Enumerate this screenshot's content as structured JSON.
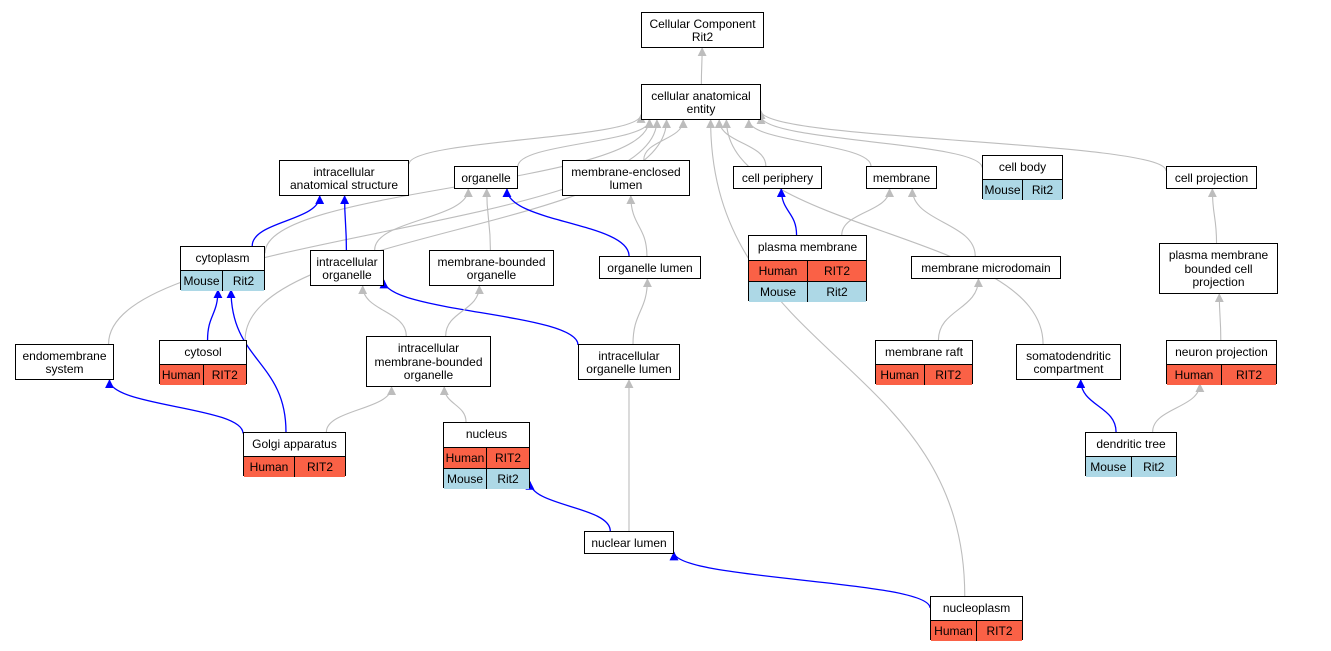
{
  "colors": {
    "edge_default": "#bdbdbd",
    "edge_highlight": "#0000ff",
    "human": "#fa6146",
    "mouse": "#add8e6"
  },
  "nodes": [
    {
      "id": "root",
      "label": "Cellular Component\nRit2"
    },
    {
      "id": "cae",
      "label": "cellular anatomical\nentity"
    },
    {
      "id": "ias",
      "label": "intracellular\nanatomical structure"
    },
    {
      "id": "organelle",
      "label": "organelle"
    },
    {
      "id": "mel",
      "label": "membrane-enclosed\nlumen"
    },
    {
      "id": "cellperiphery",
      "label": "cell periphery"
    },
    {
      "id": "membrane",
      "label": "membrane"
    },
    {
      "id": "cellbody",
      "label": "cell body",
      "annotations": [
        {
          "species": "Mouse",
          "gene": "Rit2"
        }
      ]
    },
    {
      "id": "cellprojection",
      "label": "cell projection"
    },
    {
      "id": "cytoplasm",
      "label": "cytoplasm",
      "annotations": [
        {
          "species": "Mouse",
          "gene": "Rit2"
        }
      ]
    },
    {
      "id": "io",
      "label": "intracellular\norganelle"
    },
    {
      "id": "mbo",
      "label": "membrane-bounded\norganelle"
    },
    {
      "id": "olumen",
      "label": "organelle lumen"
    },
    {
      "id": "pm",
      "label": "plasma membrane",
      "annotations": [
        {
          "species": "Human",
          "gene": "RIT2"
        },
        {
          "species": "Mouse",
          "gene": "Rit2"
        }
      ]
    },
    {
      "id": "mmd",
      "label": "membrane microdomain"
    },
    {
      "id": "pmbcp",
      "label": "plasma membrane\nbounded cell\nprojection"
    },
    {
      "id": "endo",
      "label": "endomembrane\nsystem"
    },
    {
      "id": "cytosol",
      "label": "cytosol",
      "annotations": [
        {
          "species": "Human",
          "gene": "RIT2"
        }
      ]
    },
    {
      "id": "imbo",
      "label": "intracellular\nmembrane-bounded\norganelle"
    },
    {
      "id": "iol",
      "label": "intracellular\norganelle lumen"
    },
    {
      "id": "mraft",
      "label": "membrane raft",
      "annotations": [
        {
          "species": "Human",
          "gene": "RIT2"
        }
      ]
    },
    {
      "id": "sdc",
      "label": "somatodendritic\ncompartment"
    },
    {
      "id": "nproj",
      "label": "neuron projection",
      "annotations": [
        {
          "species": "Human",
          "gene": "RIT2"
        }
      ]
    },
    {
      "id": "golgi",
      "label": "Golgi apparatus",
      "annotations": [
        {
          "species": "Human",
          "gene": "RIT2"
        }
      ]
    },
    {
      "id": "nucleus",
      "label": "nucleus",
      "annotations": [
        {
          "species": "Human",
          "gene": "RIT2"
        },
        {
          "species": "Mouse",
          "gene": "Rit2"
        }
      ]
    },
    {
      "id": "dtree",
      "label": "dendritic tree",
      "annotations": [
        {
          "species": "Mouse",
          "gene": "Rit2"
        }
      ]
    },
    {
      "id": "nlumen",
      "label": "nuclear lumen"
    },
    {
      "id": "nplasm",
      "label": "nucleoplasm",
      "annotations": [
        {
          "species": "Human",
          "gene": "RIT2"
        }
      ]
    }
  ],
  "edges": [
    {
      "from": "cae",
      "to": "root",
      "style": "default"
    },
    {
      "from": "ias",
      "to": "cae",
      "style": "default"
    },
    {
      "from": "organelle",
      "to": "cae",
      "style": "default"
    },
    {
      "from": "mel",
      "to": "cae",
      "style": "default"
    },
    {
      "from": "cellperiphery",
      "to": "cae",
      "style": "default"
    },
    {
      "from": "membrane",
      "to": "cae",
      "style": "default"
    },
    {
      "from": "cellbody",
      "to": "cae",
      "style": "default"
    },
    {
      "from": "cellprojection",
      "to": "cae",
      "style": "default"
    },
    {
      "from": "cytoplasm",
      "to": "cae",
      "style": "default"
    },
    {
      "from": "cytosol",
      "to": "cae",
      "style": "default"
    },
    {
      "from": "endo",
      "to": "cae",
      "style": "default"
    },
    {
      "from": "sdc",
      "to": "cae",
      "style": "default"
    },
    {
      "from": "nplasm",
      "to": "cae",
      "style": "default"
    },
    {
      "from": "cytoplasm",
      "to": "ias",
      "style": "highlight"
    },
    {
      "from": "io",
      "to": "ias",
      "style": "highlight"
    },
    {
      "from": "io",
      "to": "organelle",
      "style": "default"
    },
    {
      "from": "mbo",
      "to": "organelle",
      "style": "default"
    },
    {
      "from": "olumen",
      "to": "organelle",
      "style": "highlight"
    },
    {
      "from": "olumen",
      "to": "mel",
      "style": "default"
    },
    {
      "from": "pm",
      "to": "cellperiphery",
      "style": "highlight"
    },
    {
      "from": "pm",
      "to": "membrane",
      "style": "default"
    },
    {
      "from": "mmd",
      "to": "membrane",
      "style": "default"
    },
    {
      "from": "pmbcp",
      "to": "cellprojection",
      "style": "default"
    },
    {
      "from": "cytosol",
      "to": "cytoplasm",
      "style": "highlight"
    },
    {
      "from": "golgi",
      "to": "cytoplasm",
      "style": "highlight"
    },
    {
      "from": "imbo",
      "to": "io",
      "style": "default"
    },
    {
      "from": "iol",
      "to": "io",
      "style": "highlight"
    },
    {
      "from": "imbo",
      "to": "mbo",
      "style": "default"
    },
    {
      "from": "iol",
      "to": "olumen",
      "style": "default"
    },
    {
      "from": "mraft",
      "to": "mmd",
      "style": "default"
    },
    {
      "from": "nproj",
      "to": "pmbcp",
      "style": "default"
    },
    {
      "from": "golgi",
      "to": "endo",
      "style": "highlight"
    },
    {
      "from": "golgi",
      "to": "imbo",
      "style": "default"
    },
    {
      "from": "nucleus",
      "to": "imbo",
      "style": "default"
    },
    {
      "from": "dtree",
      "to": "sdc",
      "style": "highlight"
    },
    {
      "from": "dtree",
      "to": "nproj",
      "style": "default"
    },
    {
      "from": "nlumen",
      "to": "nucleus",
      "style": "highlight"
    },
    {
      "from": "nlumen",
      "to": "iol",
      "style": "default"
    },
    {
      "from": "nplasm",
      "to": "nlumen",
      "style": "highlight"
    }
  ]
}
